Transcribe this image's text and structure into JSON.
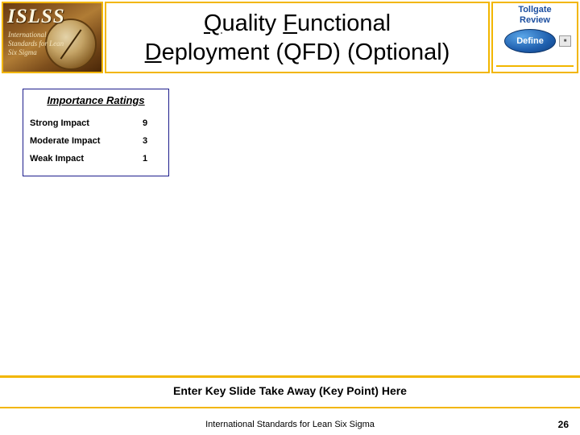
{
  "header": {
    "logo": {
      "title": "ISLSS",
      "subtitle": "International Standards for Lean Six Sigma"
    },
    "slide_title_line1_pre": "Q",
    "slide_title_line1_mid": "uality ",
    "slide_title_line1_u2": "F",
    "slide_title_line1_rest": "unctional",
    "slide_title_line2_u": "D",
    "slide_title_line2_rest": "eployment (QFD) (Optional)",
    "slide_title_plain": "Quality Functional Deployment (QFD) (Optional)",
    "tollgate": {
      "line1": "Tollgate",
      "line2": "Review",
      "phase": "Define",
      "badge": "■"
    }
  },
  "ratings": {
    "title": "Importance Ratings",
    "rows": [
      {
        "label": "Strong Impact",
        "value": "9"
      },
      {
        "label": "Moderate Impact",
        "value": "3"
      },
      {
        "label": "Weak Impact",
        "value": "1"
      }
    ]
  },
  "footer": {
    "takeaway": "Enter Key Slide Take Away (Key Point) Here",
    "org": "International Standards for Lean Six Sigma",
    "page_number": "26"
  },
  "colors": {
    "accent_gold": "#f2b600",
    "table_border": "#1d1d8c",
    "tollgate_blue": "#1d4fa0"
  }
}
